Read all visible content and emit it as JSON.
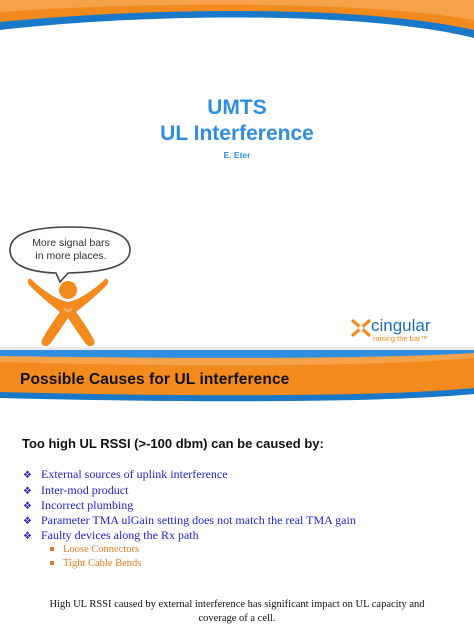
{
  "slide1": {
    "title_line1": "UMTS",
    "title_line2": "UL Interference",
    "author": "E. Eter",
    "bubble_line1": "More signal bars",
    "bubble_line2": "in more places.",
    "logo_name": "cingular",
    "logo_tagline": "raising the bar™"
  },
  "slide2": {
    "title": "Possible Causes for UL interference",
    "lead": "Too high UL RSSI (>-100 dbm) can be caused  by:",
    "bullets": [
      "External sources of uplink interference",
      "Inter-mod product",
      "Incorrect plumbing",
      "Parameter TMA ulGain setting does not match the real TMA gain",
      "Faulty devices along the Rx path"
    ],
    "sub_bullets": [
      "Loose Connectors",
      "Tight Cable Bends"
    ],
    "footer_line1": "High UL RSSI caused by external interference has significant impact on UL capacity and",
    "footer_line2": "coverage of a cell."
  },
  "colors": {
    "accent_orange": "#f28a1e",
    "accent_blue": "#2e8fe0",
    "bullet_blue": "#1f1fd0",
    "sub_orange": "#e47b24"
  },
  "icons": [
    "diamond-bullet-icon",
    "square-bullet-icon",
    "cingular-x-icon",
    "cingular-jack-mascot-icon"
  ]
}
